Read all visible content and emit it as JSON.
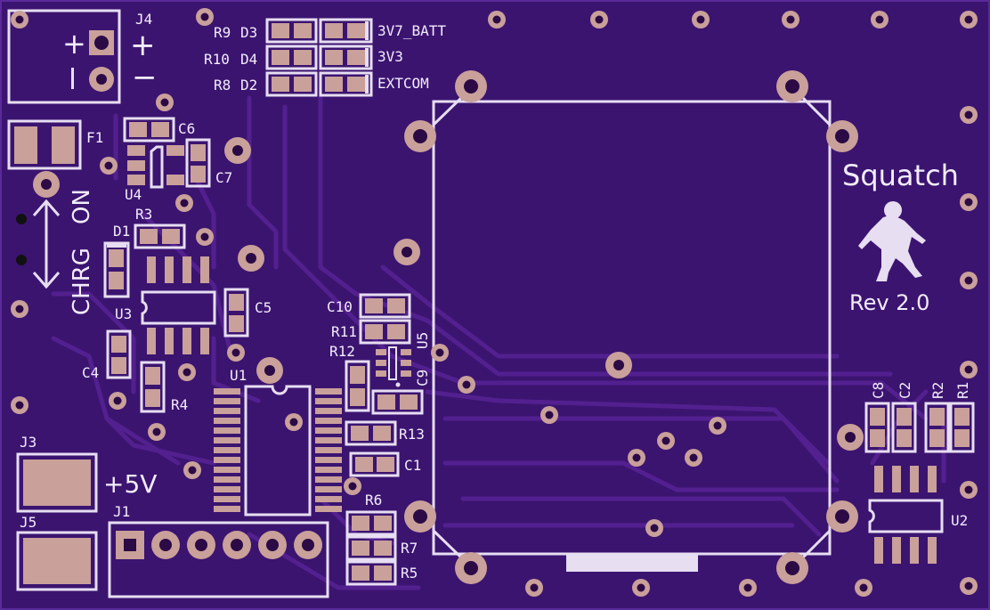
{
  "board": {
    "colors": {
      "substrate": "#3b1470",
      "trace": "#53208f",
      "silkscreen": "#e7def2",
      "pad": "#c9a09a",
      "drill": "#2b0a45"
    }
  },
  "leds": [
    {
      "resistor": "R9",
      "led": "D3",
      "signal": "3V7_BATT"
    },
    {
      "resistor": "R10",
      "led": "D4",
      "signal": "3V3"
    },
    {
      "resistor": "R8",
      "led": "D2",
      "signal": "EXTCOM"
    }
  ],
  "labels": {
    "j4": "J4",
    "plus": "+",
    "minus": "−",
    "f1": "F1",
    "c6": "C6",
    "c7": "C7",
    "u4": "U4",
    "r3": "R3",
    "d1": "D1",
    "u3": "U3",
    "c5": "C5",
    "c4": "C4",
    "r4": "R4",
    "u1": "U1",
    "c10": "C10",
    "r11": "R11",
    "r12": "R12",
    "u5": "U5",
    "c9": "C9",
    "r13": "R13",
    "c1": "C1",
    "r6": "R6",
    "r7": "R7",
    "r5": "R5",
    "j3": "J3",
    "j5": "J5",
    "j1": "J1",
    "five_v": "+5V",
    "chrg": "CHRG",
    "on": "ON",
    "c8": "C8",
    "c2": "C2",
    "r2": "R2",
    "r1": "R1",
    "u2": "U2"
  },
  "branding": {
    "name": "Squatch",
    "revision": "Rev 2.0",
    "logo_icon": "bigfoot-icon"
  }
}
